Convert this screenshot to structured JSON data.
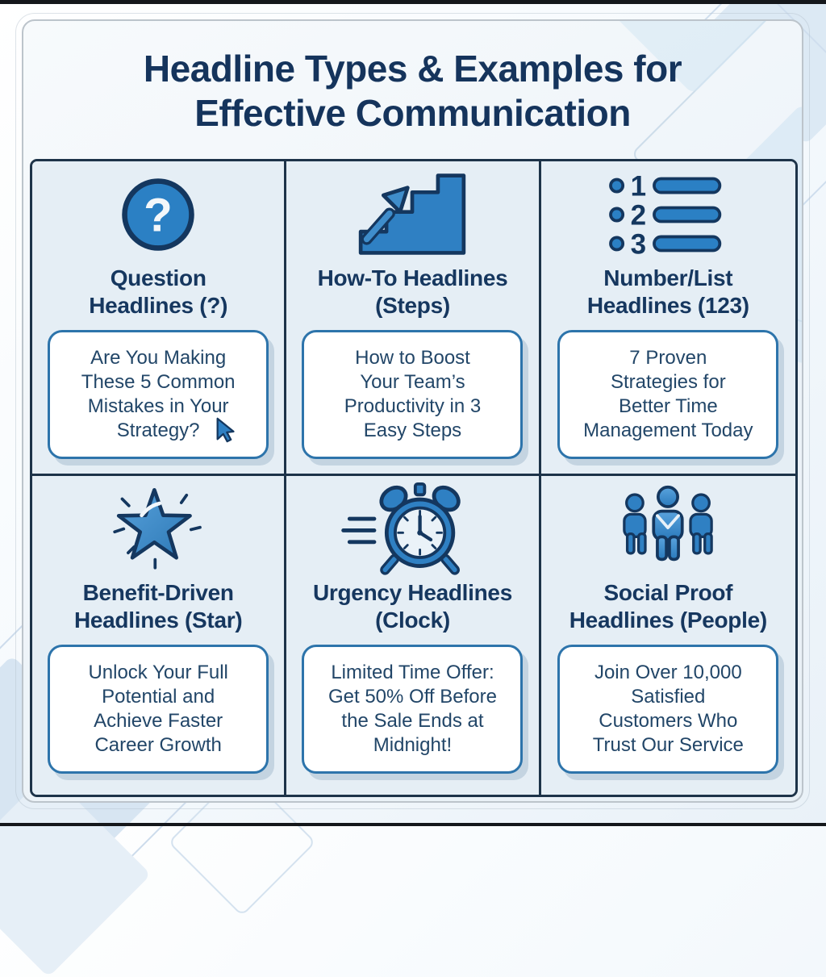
{
  "header": {
    "title_lines": [
      "Headline Types & Examples for",
      "Effective Communication"
    ]
  },
  "colors": {
    "accent_blue": "#2f80c3",
    "navy_text": "#15345c",
    "grid_border": "#1d3349",
    "box_border": "#2d74ab",
    "cell_background": "#e5eef5",
    "example_text": "#224668"
  },
  "icons": {
    "question_glyph": "?",
    "list_numbers": [
      "1",
      "2",
      "3"
    ]
  },
  "cells": [
    {
      "icon": "question-icon",
      "title_lines": [
        "Question",
        "Headlines (?)"
      ],
      "example_lines": [
        "Are You Making",
        "These 5 Common",
        "Mistakes in Your",
        "Strategy?"
      ]
    },
    {
      "icon": "steps-icon",
      "title_lines": [
        "How-To Headlines",
        "(Steps)"
      ],
      "example_lines": [
        "How to Boost",
        "Your Team’s",
        "Productivity in 3",
        "Easy Steps"
      ]
    },
    {
      "icon": "numbered-list-icon",
      "title_lines": [
        "Number/List",
        "Headlines (123)"
      ],
      "example_lines": [
        "7 Proven",
        "Strategies for",
        "Better Time",
        "Management Today"
      ]
    },
    {
      "icon": "star-icon",
      "title_lines": [
        "Benefit-Driven",
        "Headlines (Star)"
      ],
      "example_lines": [
        "Unlock Your Full",
        "Potential and",
        "Achieve Faster",
        "Career Growth"
      ]
    },
    {
      "icon": "clock-icon",
      "title_lines": [
        "Urgency Headlines",
        "(Clock)"
      ],
      "example_lines": [
        "Limited Time Offer:",
        "Get 50% Off Before",
        "the Sale Ends at",
        "Midnight!"
      ]
    },
    {
      "icon": "people-icon",
      "title_lines": [
        "Social Proof",
        "Headlines (People)"
      ],
      "example_lines": [
        "Join Over 10,000",
        "Satisfied",
        "Customers Who",
        "Trust Our Service"
      ]
    }
  ]
}
